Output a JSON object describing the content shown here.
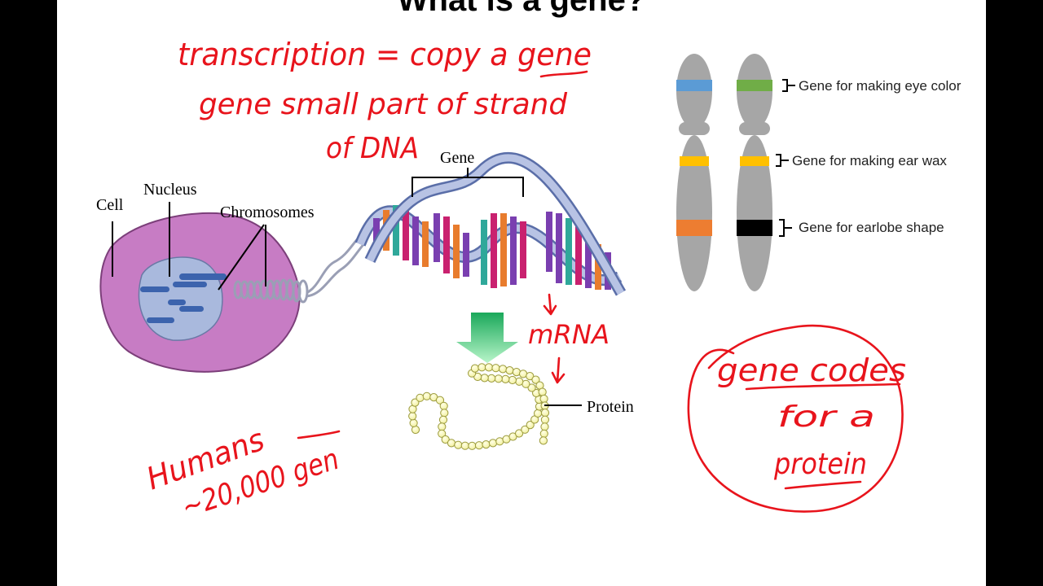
{
  "slide": {
    "title": "What is a gene?"
  },
  "diagram": {
    "cell_label": "Cell",
    "nucleus_label": "Nucleus",
    "chromosomes_label": "Chromosomes",
    "gene_label": "Gene",
    "protein_label": "Protein"
  },
  "chromosome_panel": {
    "gene_labels": [
      "Gene for making eye color",
      "Gene for making ear wax",
      "Gene for earlobe shape"
    ],
    "band_colors": {
      "left": [
        "#5b9bd5",
        "#ffc000",
        "#ed7d31"
      ],
      "right": [
        "#70ad47",
        "#ffc000",
        "#000000"
      ]
    }
  },
  "annotations": {
    "line1": "transcription = copy a gene",
    "line2": "gene small part of strand",
    "line3": "of DNA",
    "mrna": "mRNA",
    "humans_1": "Humans",
    "humans_2": "~20,000 gen",
    "circle_line1": "gene codes",
    "circle_line2": "for a",
    "circle_line3": "protein"
  },
  "colors": {
    "ink": "#e8141c",
    "cell": "#c77cc4",
    "nucleus": "#a9b9dd",
    "chromosome": "#a6a6a6",
    "arrow": "#2fcf7c"
  }
}
